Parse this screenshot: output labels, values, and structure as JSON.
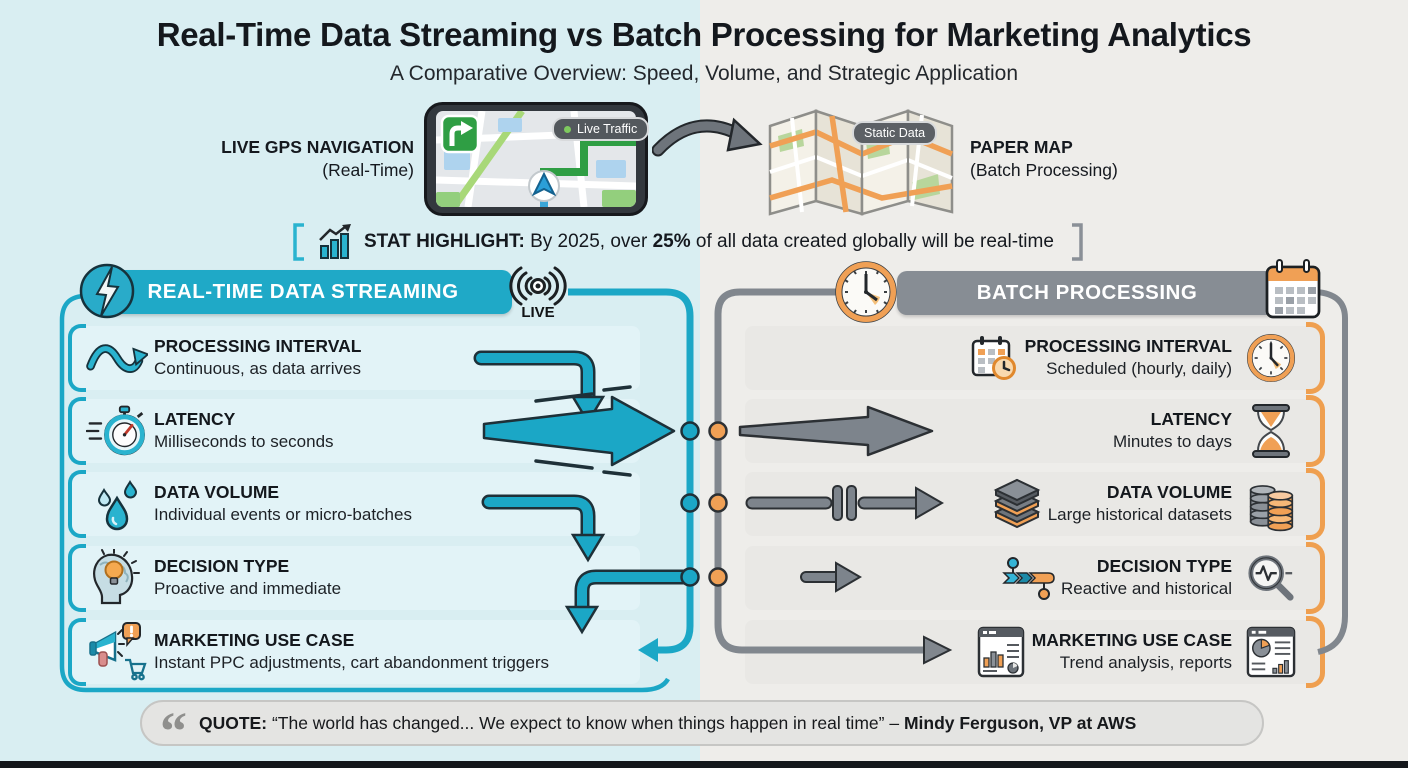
{
  "page": {
    "title": "Real-Time Data Streaming vs Batch Processing for Marketing Analytics",
    "subtitle": "A Comparative Overview: Speed, Volume, and Strategic Application"
  },
  "analogy": {
    "gps": {
      "title": "LIVE GPS NAVIGATION",
      "subtitle": "(Real-Time)",
      "badge": "Live Traffic"
    },
    "map": {
      "title": "PAPER MAP",
      "subtitle": "(Batch Processing)",
      "badge": "Static Data"
    }
  },
  "stat": {
    "label": "STAT HIGHLIGHT:",
    "before": "By 2025, over",
    "value": "25%",
    "after": "of all data created globally will be real-time"
  },
  "columns": {
    "realtime": {
      "header": "REAL-TIME DATA STREAMING",
      "live": "LIVE",
      "accent": "#1ba7c6",
      "rows": [
        {
          "title": "PROCESSING INTERVAL",
          "subtitle": "Continuous, as data arrives",
          "icon": "wave-arrow"
        },
        {
          "title": "LATENCY",
          "subtitle": "Milliseconds to seconds",
          "icon": "stopwatch"
        },
        {
          "title": "DATA VOLUME",
          "subtitle": "Individual events or micro-batches",
          "icon": "droplets"
        },
        {
          "title": "DECISION TYPE",
          "subtitle": "Proactive and immediate",
          "icon": "head-lightbulb"
        },
        {
          "title": "MARKETING USE CASE",
          "subtitle": "Instant PPC adjustments, cart abandonment triggers",
          "icon": "megaphone-cart"
        }
      ]
    },
    "batch": {
      "header": "BATCH PROCESSING",
      "accent": "#878d94",
      "bracket_color": "#ef9f4f",
      "rows": [
        {
          "title": "PROCESSING INTERVAL",
          "subtitle": "Scheduled (hourly, daily)",
          "icon_left": "calendar-clock",
          "icon_right": "clock-dial"
        },
        {
          "title": "LATENCY",
          "subtitle": "Minutes to days",
          "icon_left": "",
          "icon_right": "hourglass"
        },
        {
          "title": "DATA VOLUME",
          "subtitle": "Large historical datasets",
          "icon_left": "stacked-layers",
          "icon_right": "coin-stacks"
        },
        {
          "title": "DECISION TYPE",
          "subtitle": "Reactive and historical",
          "icon_left": "timeline",
          "icon_right": "magnifier-pulse"
        },
        {
          "title": "MARKETING USE CASE",
          "subtitle": "Trend analysis, reports",
          "icon_left": "report-chart",
          "icon_right": "report-pie"
        }
      ]
    }
  },
  "quote": {
    "label": "QUOTE:",
    "text": "“The world has changed... We expect to know when things happen in real time” –",
    "author": "Mindy Ferguson, VP at AWS"
  }
}
